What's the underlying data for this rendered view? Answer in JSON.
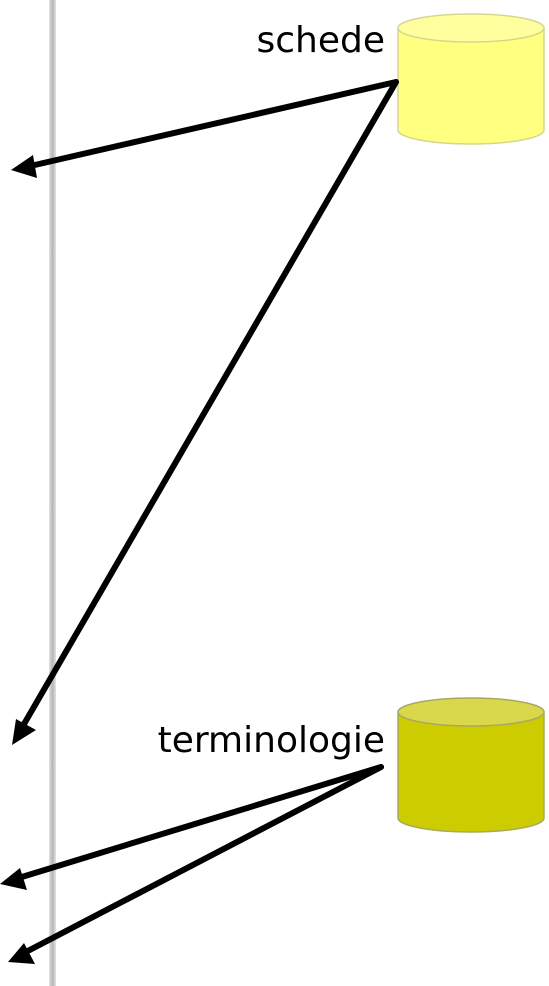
{
  "databases": [
    {
      "id": "schede",
      "label": "schede",
      "color": "#ffff80",
      "top_color": "#ffff9e",
      "edge_color": "#d6d690"
    },
    {
      "id": "terminologie",
      "label": "terminologie",
      "color": "#cccc00",
      "top_color": "#d8d84a",
      "edge_color": "#a8a860"
    }
  ],
  "arrows": [
    {
      "from": "schede",
      "to": "left-edge-upper"
    },
    {
      "from": "schede",
      "to": "left-edge-middle"
    },
    {
      "from": "terminologie",
      "to": "left-edge-lower-1"
    },
    {
      "from": "terminologie",
      "to": "left-edge-lower-2"
    }
  ],
  "colors": {
    "divider": "#bdbdbd",
    "arrow": "#000000",
    "background": "#ffffff"
  }
}
